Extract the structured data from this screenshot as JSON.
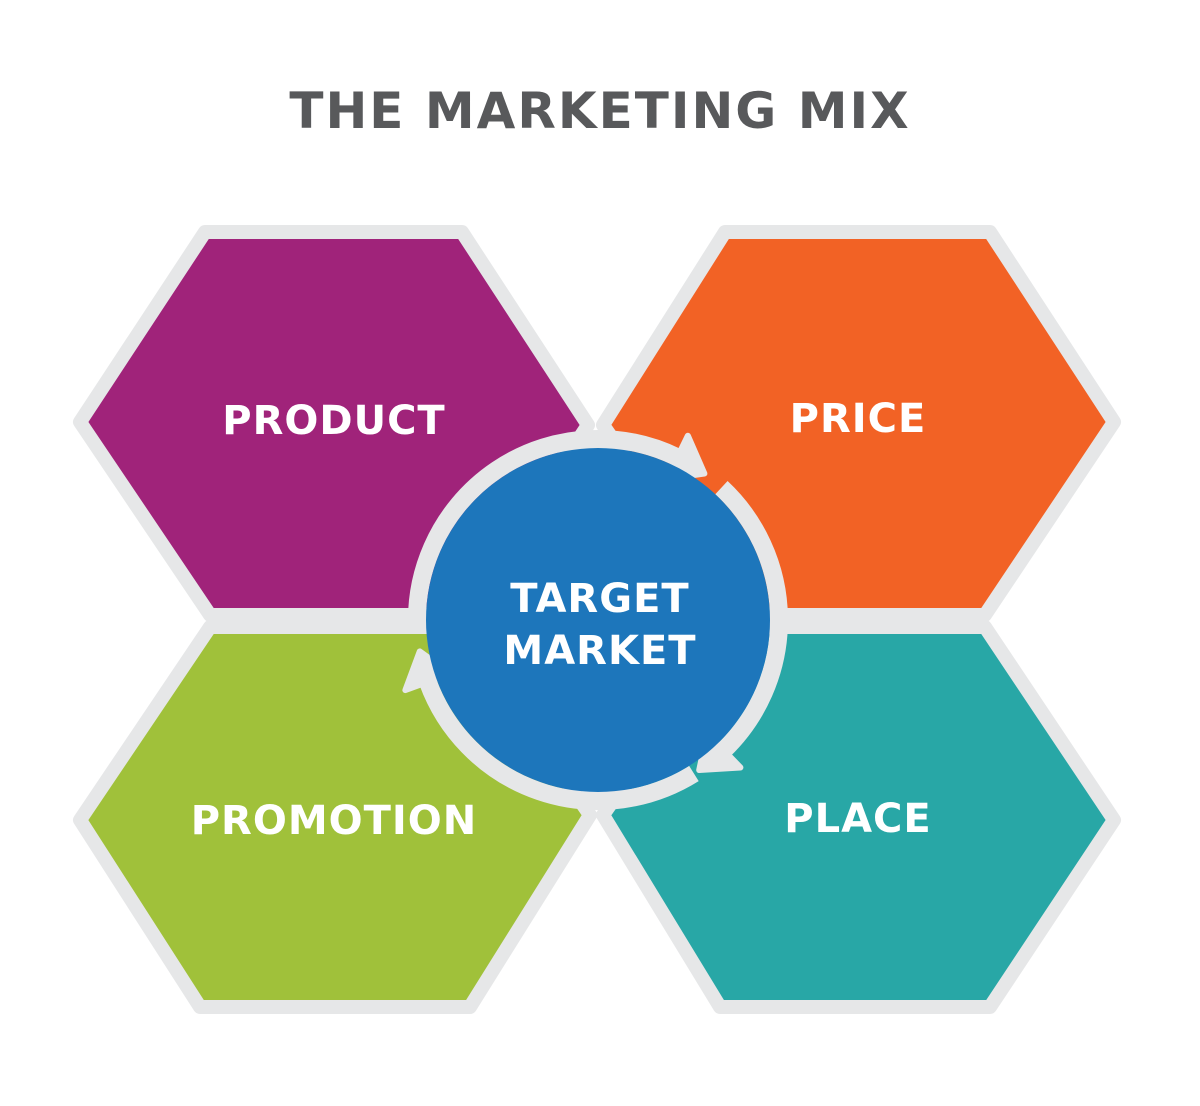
{
  "title": "THE MARKETING MIX",
  "segments": [
    {
      "label": "PRODUCT",
      "color": "#a0237a"
    },
    {
      "label": "PRICE",
      "color": "#f26225"
    },
    {
      "label": "PROMOTION",
      "color": "#a0c13a"
    },
    {
      "label": "PLACE",
      "color": "#28a7a6"
    }
  ],
  "center": {
    "line1": "TARGET",
    "line2": "MARKET",
    "color": "#1d76bb"
  },
  "ring_color": "#e6e7e8"
}
